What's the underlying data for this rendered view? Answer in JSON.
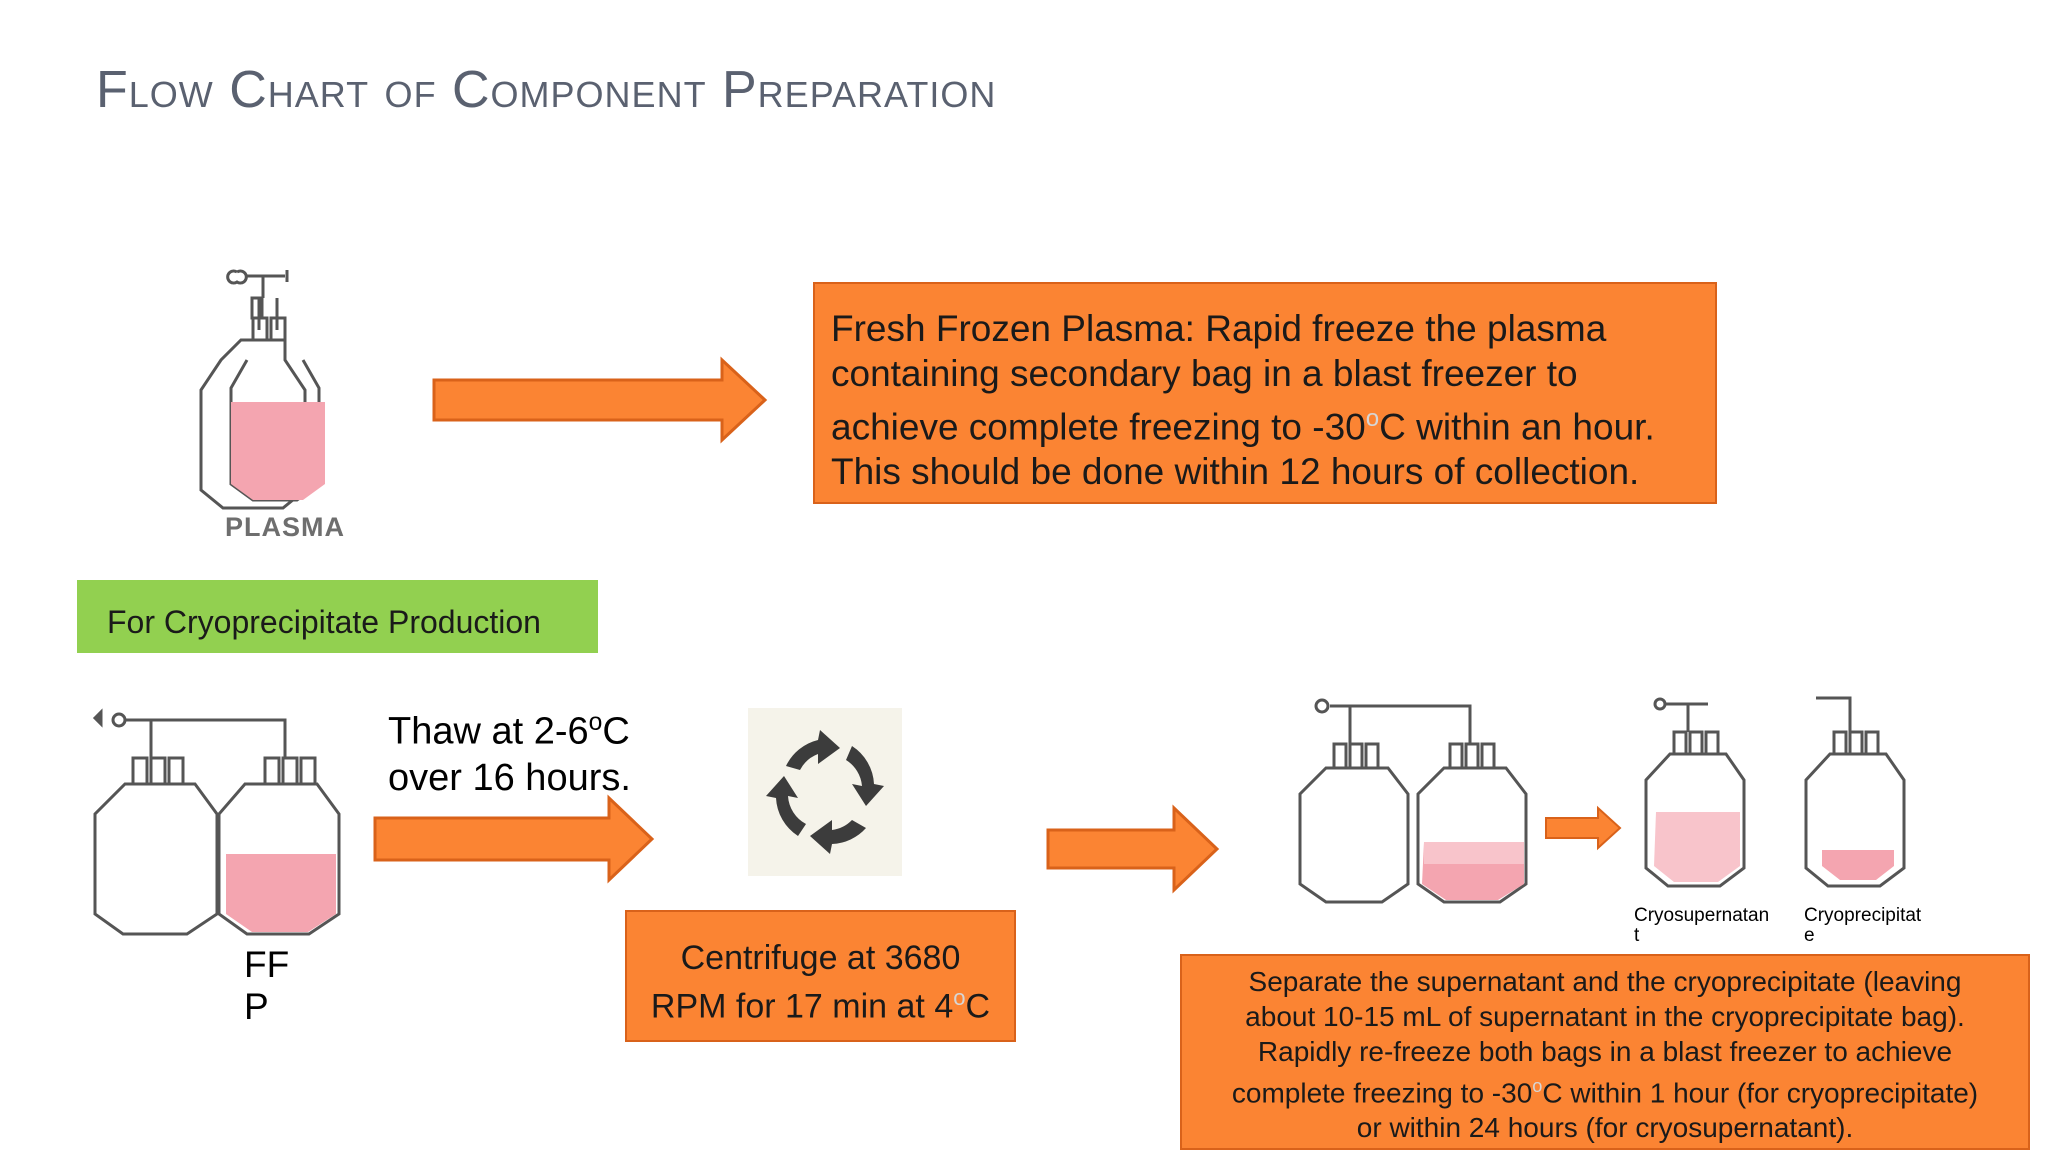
{
  "title": "Flow Chart of Component Preparation",
  "plasma_label": "PLASMA",
  "fresh_frozen": {
    "line1": "Fresh Frozen Plasma: Rapid freeze the plasma",
    "line2": "containing secondary bag in a blast freezer to",
    "line3_pre": "achieve complete freezing to -30",
    "degree": "o",
    "line3_post": "C within an hour.",
    "line4": "This should be done within 12 hours of collection."
  },
  "cryo_banner": "For Cryoprecipitate Production",
  "thaw": {
    "line1_pre": "Thaw at 2-6",
    "degree": "o",
    "line1_post": "C",
    "line2": "over 16 hours."
  },
  "ffp_label": {
    "line1": "FF",
    "line2": "P"
  },
  "centrifuge": {
    "line1": "Centrifuge at 3680",
    "line2_pre": "RPM for 17 min at 4",
    "degree": "o",
    "line2_post": "C"
  },
  "cryosupernatant_label": {
    "line1": "Cryosupernatan",
    "line2": "t"
  },
  "cryoprecipitate_label": {
    "line1": "Cryoprecipitat",
    "line2": "e"
  },
  "separate": {
    "line1": "Separate the supernatant and the cryoprecipitate (leaving",
    "line2": "about 10-15 mL of supernatant in the cryoprecipitate bag).",
    "line3": "Rapidly re-freeze both bags in a blast freezer to achieve",
    "line4_pre": "complete freezing to -30",
    "degree": "o",
    "line4_post": "C within 1 hour (for cryoprecipitate)",
    "line5": "or within 24 hours (for cryosupernatant)."
  },
  "colors": {
    "orange": "#fb8433",
    "orange_border": "#d9621a",
    "green": "#92d050",
    "title_gray": "#5a6170",
    "pink_fill": "#f4a5b0"
  },
  "icons": [
    "plasma-bag-icon",
    "arrow-right-icon",
    "double-bag-icon",
    "centrifuge-cycle-icon"
  ]
}
